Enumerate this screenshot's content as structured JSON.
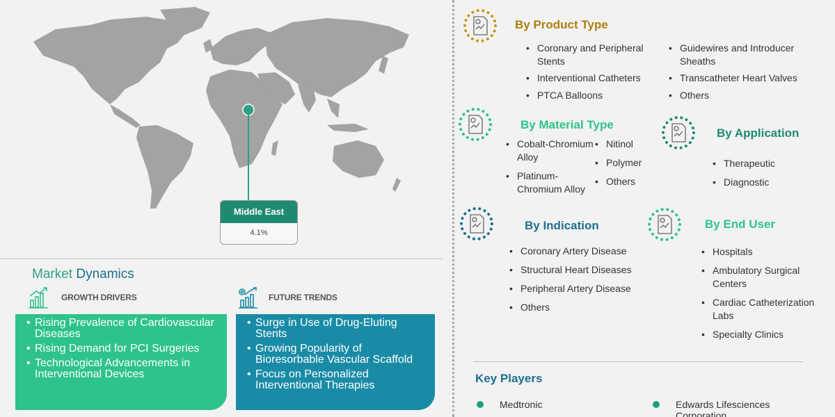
{
  "map": {
    "region_name": "Middle East",
    "region_value": "4.1%"
  },
  "dynamics": {
    "title_part1": "Market ",
    "title_part2": "Dynamics",
    "growth_label": "GROWTH DRIVERS",
    "trends_label": "FUTURE TRENDS",
    "growth_items": [
      "Rising Prevalence of Cardiovascular Diseases",
      "Rising Demand for PCI Surgeries",
      "Technological Advancements in Interventional Devices"
    ],
    "trend_items": [
      "Surge in Use of Drug-Eluting Stents",
      "Growing Popularity of Bioresorbable Vascular Scaffold",
      "Focus on Personalized Interventional Therapies"
    ]
  },
  "segments": {
    "product_type": {
      "title": "By Product Type",
      "color": "#c9961a",
      "col1": [
        "Coronary and Peripheral Stents",
        "Interventional Catheters",
        "PTCA Balloons"
      ],
      "col2": [
        "Guidewires and Introducer Sheaths",
        "Transcatheter Heart Valves",
        "Others"
      ]
    },
    "material_type": {
      "title": "By Material Type",
      "color": "#2ec38a",
      "col1": [
        "Cobalt-Chromium Alloy",
        "Platinum-Chromium Alloy"
      ],
      "col2": [
        "Nitinol",
        "Polymer",
        "Others"
      ]
    },
    "application": {
      "title": "By Application",
      "color": "#1f8a74",
      "items": [
        "Therapeutic",
        "Diagnostic"
      ]
    },
    "indication": {
      "title": "By Indication",
      "color": "#1d6f8d",
      "items": [
        "Coronary Artery Disease",
        "Structural Heart Diseases",
        "Peripheral Artery Disease",
        "Others"
      ]
    },
    "end_user": {
      "title": "By End User",
      "color": "#2ec38a",
      "items": [
        "Hospitals",
        "Ambulatory Surgical Centers",
        "Cardiac Catheterization Labs",
        "Specialty Clinics"
      ]
    }
  },
  "key_players": {
    "title": "Key Players",
    "items": [
      "Medtronic",
      "Edwards Lifesciences Corporation"
    ]
  }
}
